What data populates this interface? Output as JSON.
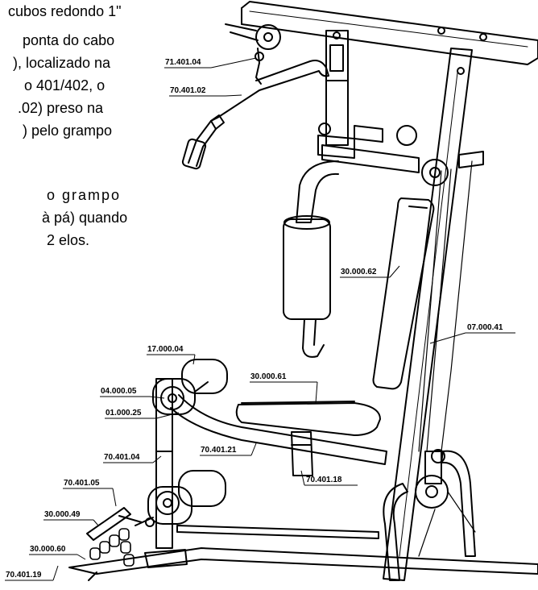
{
  "instructions": {
    "line1": "cubos redondo 1\"",
    "line2": "ponta do cabo",
    "line3": "), localizado na",
    "line4": "o  401/402,  o",
    "line5": ".02) preso na",
    "line6": ") pelo grampo",
    "line7": "o  grampo",
    "line8": "à pá) quando",
    "line9": "2 elos."
  },
  "parts": {
    "p71_401_04": "71.401.04",
    "p70_401_02": "70.401.02",
    "p30_000_62": "30.000.62",
    "p07_000_41": "07.000.41",
    "p17_000_04": "17.000.04",
    "p30_000_61": "30.000.61",
    "p04_000_05": "04.000.05",
    "p01_000_25": "01.000.25",
    "p70_401_21": "70.401.21",
    "p70_401_04": "70.401.04",
    "p70_401_18": "70.401.18",
    "p70_401_05": "70.401.05",
    "p30_000_49": "30.000.49",
    "p30_000_60": "30.000.60",
    "p70_401_19": "70.401.19"
  }
}
